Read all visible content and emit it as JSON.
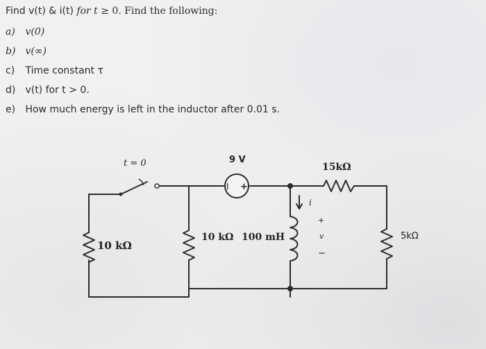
{
  "problem": {
    "title_prefix": "Find v(t) & i(t)",
    "title_for_t": "for t",
    "title_ge": "≥ 0.",
    "title_suffix": "Find the following:",
    "parts": [
      {
        "letter": "a)",
        "text": "v(0)"
      },
      {
        "letter": "b)",
        "text": "v(∞)"
      },
      {
        "letter": "c)",
        "text": "Time constant τ"
      },
      {
        "letter": "d)",
        "text": "v(t) for t > 0."
      },
      {
        "letter": "e)",
        "text": "How much energy is left in the inductor after 0.01 s."
      }
    ]
  },
  "circuit": {
    "switch_label": "t = 0",
    "source_label": "9 V",
    "source_minus": "I",
    "source_plus": "+",
    "left_resistor": "10 kΩ",
    "middle_resistor": "10 kΩ",
    "inductor": "100 mH",
    "top_right_resistor": "15kΩ",
    "right_resistor": "5kΩ",
    "current_label": "i",
    "voltage_plus": "+",
    "voltage_label": "v",
    "voltage_minus": "−"
  }
}
